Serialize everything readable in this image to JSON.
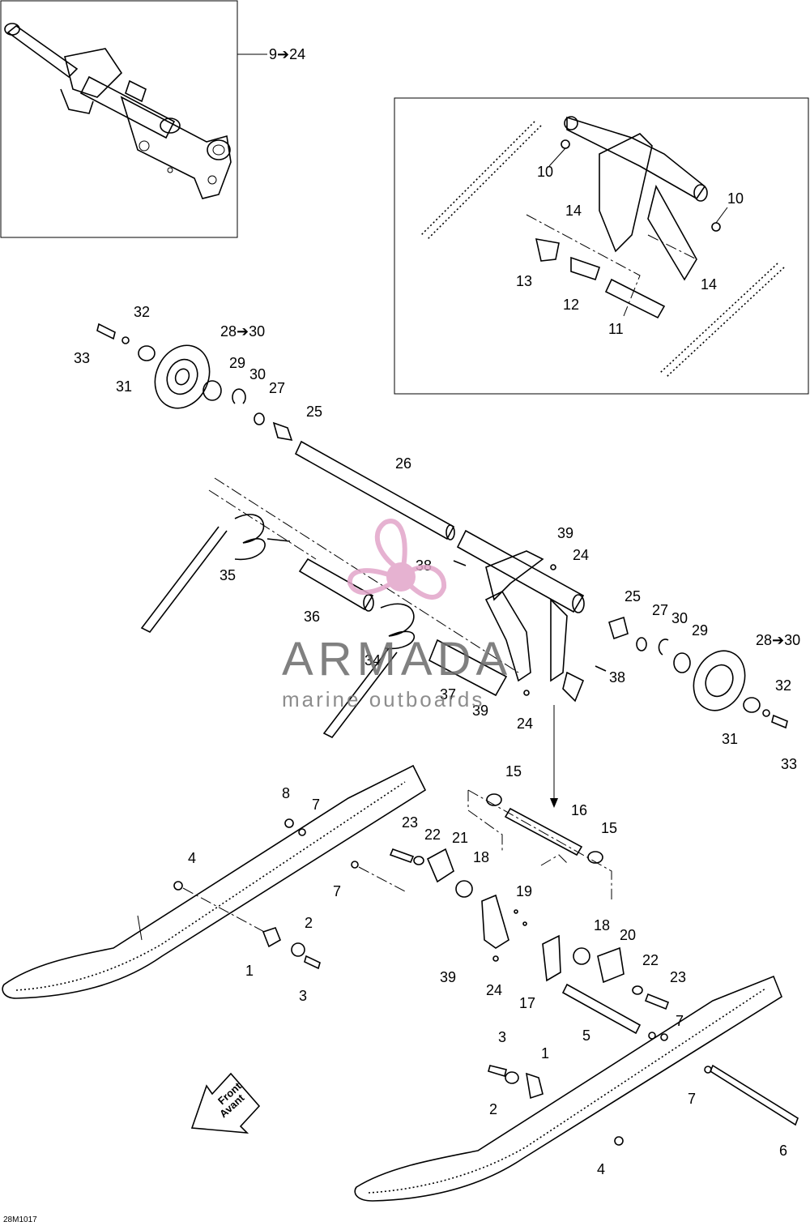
{
  "diagram": {
    "code": "28M1017",
    "front_text": [
      "Front",
      "Avant"
    ],
    "watermark": {
      "name": "ARMADA",
      "tagline": "marine outboards",
      "color": "#e0a0c8"
    },
    "callouts": {
      "inset_top_left": "9➔24",
      "n10a": "10",
      "n10b": "10",
      "n14a": "14",
      "n14b": "14",
      "n13": "13",
      "n12": "12",
      "n11": "11",
      "n32a": "32",
      "n33a": "33",
      "n31a": "31",
      "n28a": "28➔30",
      "n29a": "29",
      "n30a": "30",
      "n27a": "27",
      "n25a": "25",
      "n26": "26",
      "n35": "35",
      "n36": "36",
      "n34": "34",
      "n37": "37",
      "n38a": "38",
      "n38b": "38",
      "n39a": "39",
      "n39b": "39",
      "n24a": "24",
      "n24b": "24",
      "n24c": "24",
      "n25b": "25",
      "n27b": "27",
      "n30b": "30",
      "n29b": "29",
      "n28b": "28➔30",
      "n32b": "32",
      "n31b": "31",
      "n33b": "33",
      "n15a": "15",
      "n16": "16",
      "n15b": "15",
      "n8": "8",
      "n7a": "7",
      "n7b": "7",
      "n7c": "7",
      "n7d": "7",
      "n4a": "4",
      "n4b": "4",
      "n23a": "23",
      "n23b": "23",
      "n22a": "22",
      "n22b": "22",
      "n21": "21",
      "n20": "20",
      "n18a": "18",
      "n18b": "18",
      "n19": "19",
      "n17": "17",
      "n2a": "2",
      "n2b": "2",
      "n1a": "1",
      "n1b": "1",
      "n3a": "3",
      "n3b": "3",
      "n5": "5",
      "n6": "6",
      "n39c": "39"
    }
  }
}
